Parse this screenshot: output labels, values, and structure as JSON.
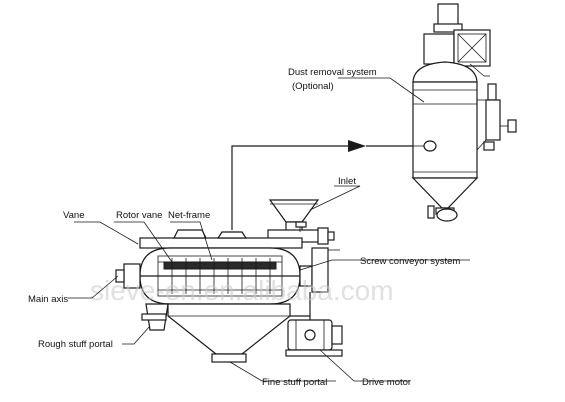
{
  "labels": {
    "dust_removal_system": "Dust removal system",
    "optional": "(Optional)",
    "inlet": "Inlet",
    "vane": "Vane",
    "rotor_vane": "Rotor vane",
    "net_frame": "Net-frame",
    "screw_conveyor_system": "Screw conveyor system",
    "main_axis": "Main axis",
    "rough_stuff_portal": "Rough stuff portal",
    "fine_stuff_portal": "Fine stuff portal",
    "drive_motor": "Drive motor"
  },
  "watermark": "sieve-en.en.alibaba.com",
  "colors": {
    "line": "#1a1a1a",
    "background": "#ffffff",
    "watermark": "#c8c8c8"
  }
}
